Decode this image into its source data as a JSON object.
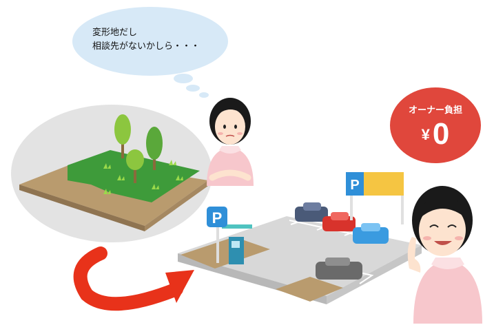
{
  "thought_bubble": {
    "line1": "変形地だし",
    "line2": "相談先がないかしら・・・"
  },
  "badge": {
    "label": "オーナー負担",
    "currency": "¥",
    "amount": "0"
  },
  "parking_sign_letter": "P",
  "colors": {
    "grass": "#3e9b3a",
    "soil": "#b99b6e",
    "badge_red": "#e0473c",
    "arrow_red": "#e8321a",
    "bubble_blue": "#d7e9f7",
    "sign_blue": "#2f8fd8",
    "sign_yellow": "#f5c542",
    "lot_gray": "#d8d8d8",
    "shirt_pink": "#f7c7cc"
  }
}
